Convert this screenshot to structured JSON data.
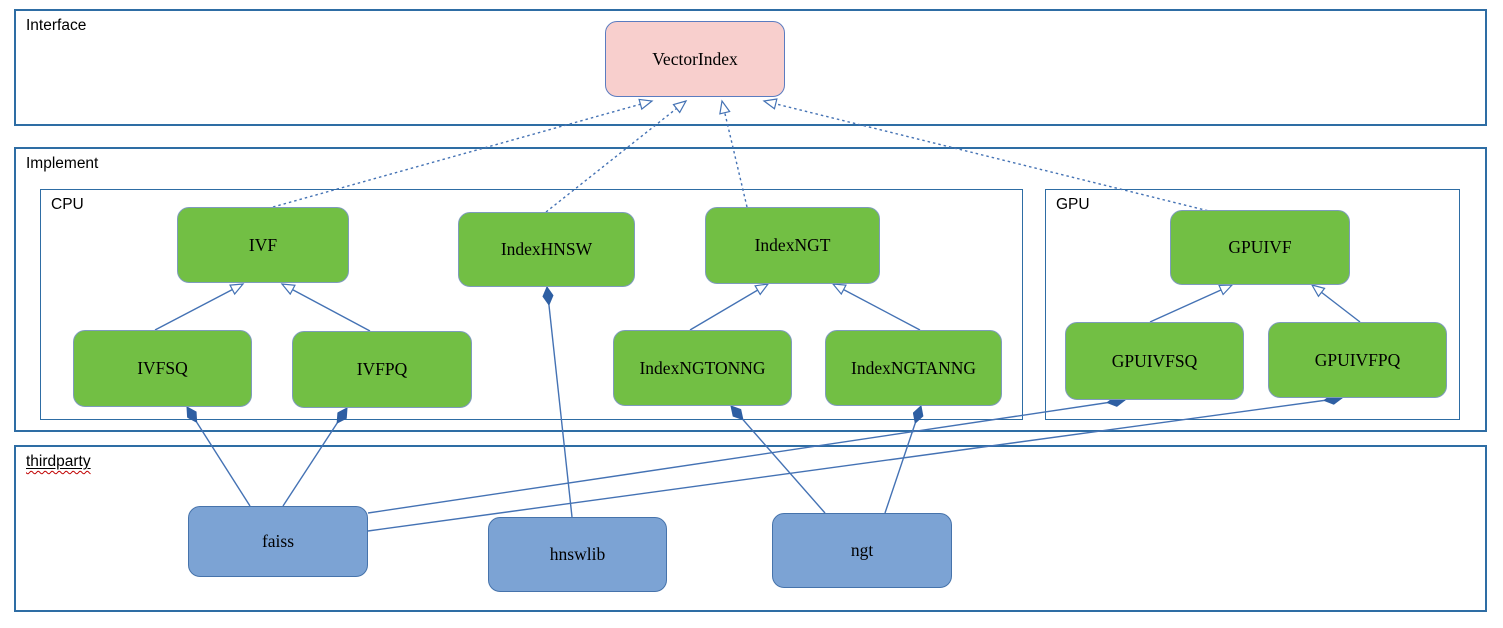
{
  "containers": {
    "interface": {
      "label": "Interface"
    },
    "implement": {
      "label": "Implement"
    },
    "cpu": {
      "label": "CPU"
    },
    "gpu": {
      "label": "GPU"
    },
    "thirdparty": {
      "label": "thirdparty"
    }
  },
  "nodes": {
    "vectorindex": {
      "label": "VectorIndex"
    },
    "ivf": {
      "label": "IVF"
    },
    "indexhnsw": {
      "label": "IndexHNSW"
    },
    "indexngt": {
      "label": "IndexNGT"
    },
    "gpuivf": {
      "label": "GPUIVF"
    },
    "ivfsq": {
      "label": "IVFSQ"
    },
    "ivfpq": {
      "label": "IVFPQ"
    },
    "indexngtonng": {
      "label": "IndexNGTONNG"
    },
    "indexngtanng": {
      "label": "IndexNGTANNG"
    },
    "gpuivfsq": {
      "label": "GPUIVFSQ"
    },
    "gpuivfpq": {
      "label": "GPUIVFPQ"
    },
    "faiss": {
      "label": "faiss"
    },
    "hnswlib": {
      "label": "hnswlib"
    },
    "ngt": {
      "label": "ngt"
    }
  },
  "colors": {
    "container_border": "#2e6da4",
    "interface_fill": "#f8cfcd",
    "interface_border": "#5b7cc0",
    "class_fill": "#72bf44",
    "class_border": "#7e9bbd",
    "library_fill": "#7ca3d4",
    "library_border": "#4673ab",
    "edge": "#4472b4",
    "spellcheck_underline": "#c00000"
  },
  "edges": [
    {
      "from": "ivf",
      "to": "vectorindex",
      "type": "realization-dotted"
    },
    {
      "from": "indexhnsw",
      "to": "vectorindex",
      "type": "realization-dotted"
    },
    {
      "from": "indexngt",
      "to": "vectorindex",
      "type": "realization-dotted"
    },
    {
      "from": "gpuivf",
      "to": "vectorindex",
      "type": "realization-dotted"
    },
    {
      "from": "ivfsq",
      "to": "ivf",
      "type": "generalization"
    },
    {
      "from": "ivfpq",
      "to": "ivf",
      "type": "generalization"
    },
    {
      "from": "indexngtonng",
      "to": "indexngt",
      "type": "generalization"
    },
    {
      "from": "indexngtanng",
      "to": "indexngt",
      "type": "generalization"
    },
    {
      "from": "gpuivfsq",
      "to": "gpuivf",
      "type": "generalization"
    },
    {
      "from": "gpuivfpq",
      "to": "gpuivf",
      "type": "generalization"
    },
    {
      "from": "faiss",
      "to": "ivfsq",
      "type": "composition"
    },
    {
      "from": "faiss",
      "to": "ivfpq",
      "type": "composition"
    },
    {
      "from": "faiss",
      "to": "gpuivfsq",
      "type": "composition"
    },
    {
      "from": "faiss",
      "to": "gpuivfpq",
      "type": "composition"
    },
    {
      "from": "hnswlib",
      "to": "indexhnsw",
      "type": "composition"
    },
    {
      "from": "ngt",
      "to": "indexngtonng",
      "type": "composition"
    },
    {
      "from": "ngt",
      "to": "indexngtanng",
      "type": "composition"
    }
  ]
}
